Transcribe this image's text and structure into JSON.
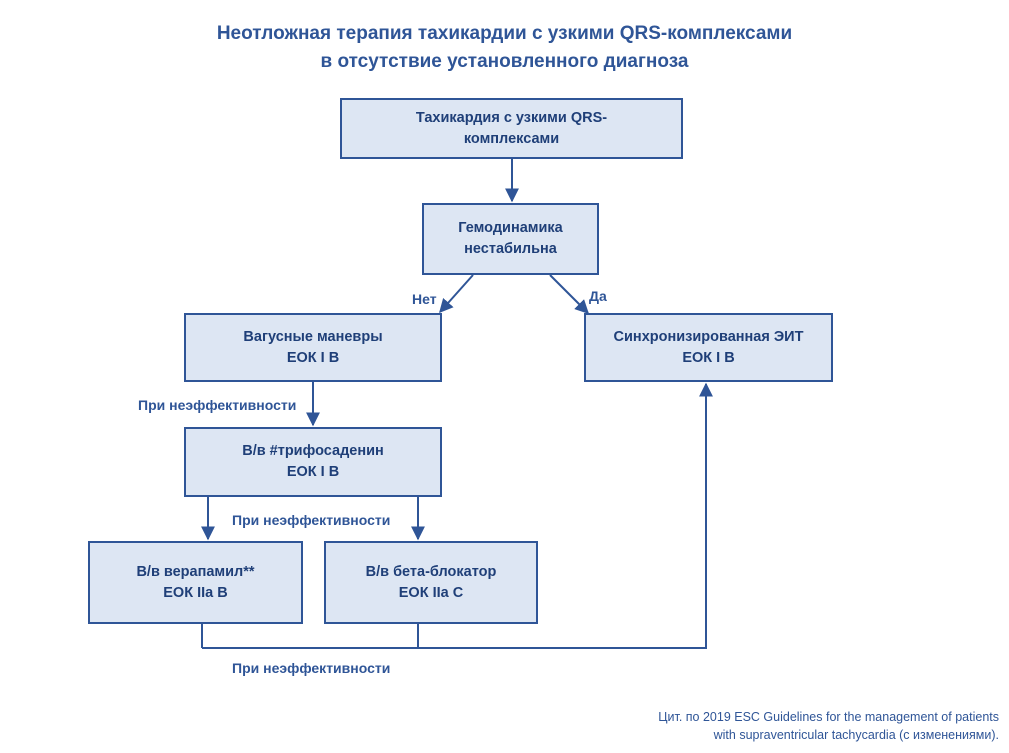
{
  "title": {
    "line1": "Неотложная терапия тахикардии с узкими QRS-комплексами",
    "line2": "в отсутствие установленного диагноза"
  },
  "nodes": {
    "start": {
      "line1": "Тахикардия с узкими QRS-",
      "line2": "комплексами"
    },
    "hemodynamics": {
      "line1": "Гемодинамика",
      "line2": "нестабильна"
    },
    "vagal": {
      "line1": "Вагусные маневры",
      "line2": "ЕОК I В"
    },
    "eit": {
      "line1": "Синхронизированная ЭИТ",
      "line2": "ЕОК I В"
    },
    "adenosine": {
      "line1": "В/в #трифосаденин",
      "line2": "ЕОК I В"
    },
    "verapamil": {
      "line1": "В/в верапамил**",
      "line2": "ЕОК IIa В"
    },
    "betablocker": {
      "line1": "В/в бета-блокатор",
      "line2": "ЕОК IIa С"
    }
  },
  "edge_labels": {
    "no": "Нет",
    "yes": "Да",
    "ineffective_1": "При неэффективности",
    "ineffective_2": "При неэффективности",
    "ineffective_3": "При неэффективности"
  },
  "citation": {
    "line1": "Цит. по 2019 ESC Guidelines for the management of patients",
    "line2": "with supraventricular tachycardia (с изменениями)."
  },
  "colors": {
    "box_fill": "#dde6f3",
    "box_border": "#2f5597",
    "text": "#2f5597"
  }
}
